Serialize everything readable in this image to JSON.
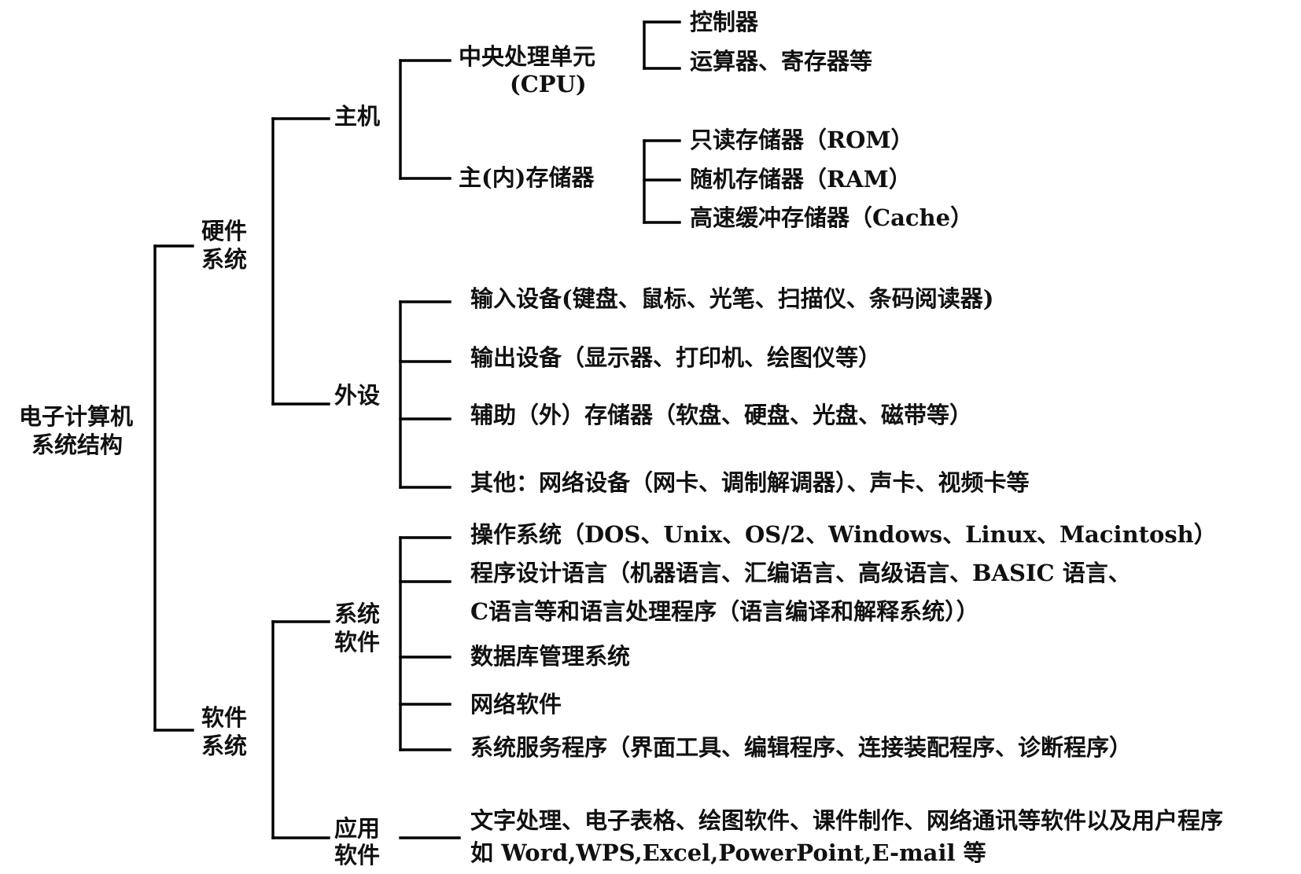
{
  "root": [
    "电子计算机",
    "系统结构"
  ],
  "hardware": {
    "label": [
      "硬件",
      "系统"
    ],
    "host": {
      "label": "主机",
      "cpu": {
        "label": [
          "中央处理单元",
          "(CPU)"
        ],
        "items": [
          "控制器",
          "运算器、寄存器等"
        ]
      },
      "memory": {
        "label": "主(内)存储器",
        "items": [
          "只读存储器（ROM）",
          "随机存储器（RAM）",
          "高速缓冲存储器（Cache）"
        ]
      }
    },
    "peripheral": {
      "label": "外设",
      "items": [
        "输入设备(键盘、鼠标、光笔、扫描仪、条码阅读器)",
        "输出设备（显示器、打印机、绘图仪等）",
        "辅助（外）存储器（软盘、硬盘、光盘、磁带等）",
        "其他：网络设备（网卡、调制解调器）、声卡、视频卡等"
      ]
    }
  },
  "software": {
    "label": [
      "软件",
      "系统"
    ],
    "system_software": {
      "label": [
        "系统",
        "软件"
      ],
      "items": [
        "操作系统（DOS、Unix、OS/2、Windows、Linux、Macintosh）",
        "程序设计语言（机器语言、汇编语言、高级语言、BASIC 语言、",
        "C语言等和语言处理程序（语言编译和解释系统））",
        "数据库管理系统",
        "网络软件",
        "系统服务程序（界面工具、编辑程序、连接装配程序、诊断程序）"
      ]
    },
    "application_software": {
      "label": [
        "应用",
        "软件"
      ],
      "items": [
        "文字处理、电子表格、绘图软件、课件制作、网络通讯等软件以及用户程序",
        "如 Word,WPS,Excel,PowerPoint,E-mail 等"
      ]
    }
  }
}
